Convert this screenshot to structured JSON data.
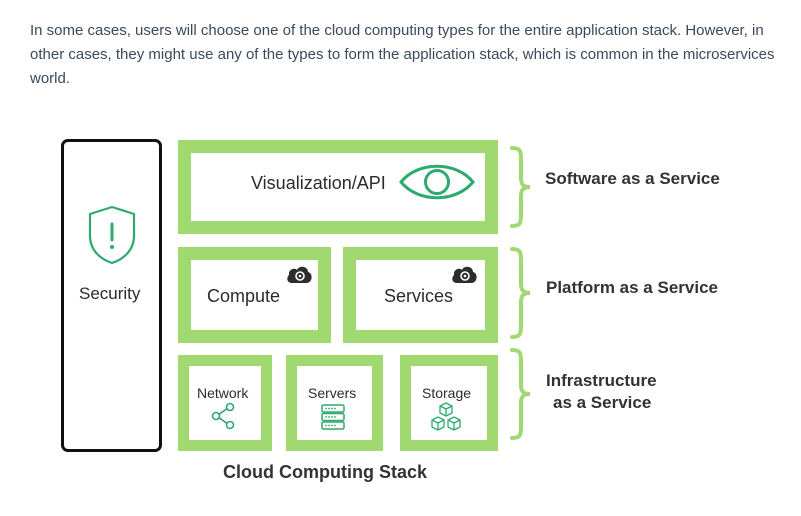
{
  "intro_text": "In some cases, users will choose one of the cloud computing types for the entire application stack. However, in other cases, they might use any of the types to form the application stack, which is common in the microservices world.",
  "diagram": {
    "security_label": "Security",
    "saas": {
      "box_label": "Visualization/API",
      "tier_label": "Software as a Service"
    },
    "paas": {
      "compute_label": "Compute",
      "services_label": "Services",
      "tier_label": "Platform as a Service"
    },
    "iaas": {
      "network_label": "Network",
      "servers_label": "Servers",
      "storage_label": "Storage",
      "tier_label_line1": "Infrastructure",
      "tier_label_line2": "as a Service"
    },
    "caption": "Cloud Computing Stack",
    "colors": {
      "accent_green": "#a0d96f",
      "icon_green": "#2eaa6e"
    }
  }
}
